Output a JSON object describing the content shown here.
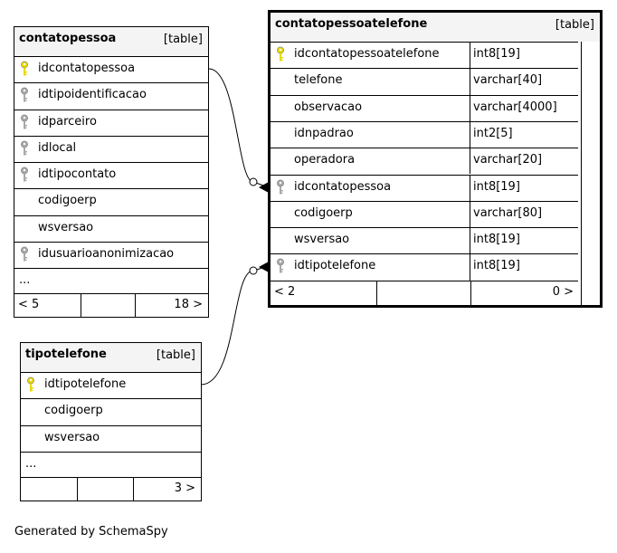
{
  "tables": {
    "contatopessoa": {
      "name": "contatopessoa",
      "kind": "[table]",
      "columns": [
        {
          "name": "idcontatopessoa",
          "key": "primary"
        },
        {
          "name": "idtipoidentificacao",
          "key": "foreign"
        },
        {
          "name": "idparceiro",
          "key": "foreign"
        },
        {
          "name": "idlocal",
          "key": "foreign"
        },
        {
          "name": "idtipocontato",
          "key": "foreign"
        },
        {
          "name": "codigoerp",
          "key": "none"
        },
        {
          "name": "wsversao",
          "key": "none"
        },
        {
          "name": "idusuarioanonimizacao",
          "key": "foreign"
        }
      ],
      "more": "...",
      "parents": "< 5",
      "children": "18 >"
    },
    "contatopessoatelefone": {
      "name": "contatopessoatelefone",
      "kind": "[table]",
      "columns": [
        {
          "name": "idcontatopessoatelefone",
          "type": "int8[19]",
          "key": "primary"
        },
        {
          "name": "telefone",
          "type": "varchar[40]",
          "key": "none"
        },
        {
          "name": "observacao",
          "type": "varchar[4000]",
          "key": "none"
        },
        {
          "name": "idnpadrao",
          "type": "int2[5]",
          "key": "none"
        },
        {
          "name": "operadora",
          "type": "varchar[20]",
          "key": "none"
        },
        {
          "name": "idcontatopessoa",
          "type": "int8[19]",
          "key": "foreign"
        },
        {
          "name": "codigoerp",
          "type": "varchar[80]",
          "key": "none"
        },
        {
          "name": "wsversao",
          "type": "int8[19]",
          "key": "none"
        },
        {
          "name": "idtipotelefone",
          "type": "int8[19]",
          "key": "foreign"
        }
      ],
      "parents": "< 2",
      "children": "0 >"
    },
    "tipotelefone": {
      "name": "tipotelefone",
      "kind": "[table]",
      "columns": [
        {
          "name": "idtipotelefone",
          "key": "primary"
        },
        {
          "name": "codigoerp",
          "key": "none"
        },
        {
          "name": "wsversao",
          "key": "none"
        }
      ],
      "more": "...",
      "parents": "",
      "children": "3 >"
    }
  },
  "colors": {
    "primary_key": "#e8d800",
    "foreign_key": "#a8a8a8",
    "header_bg": "#f4f4f4",
    "line": "#000000"
  },
  "footer": "Generated by SchemaSpy"
}
